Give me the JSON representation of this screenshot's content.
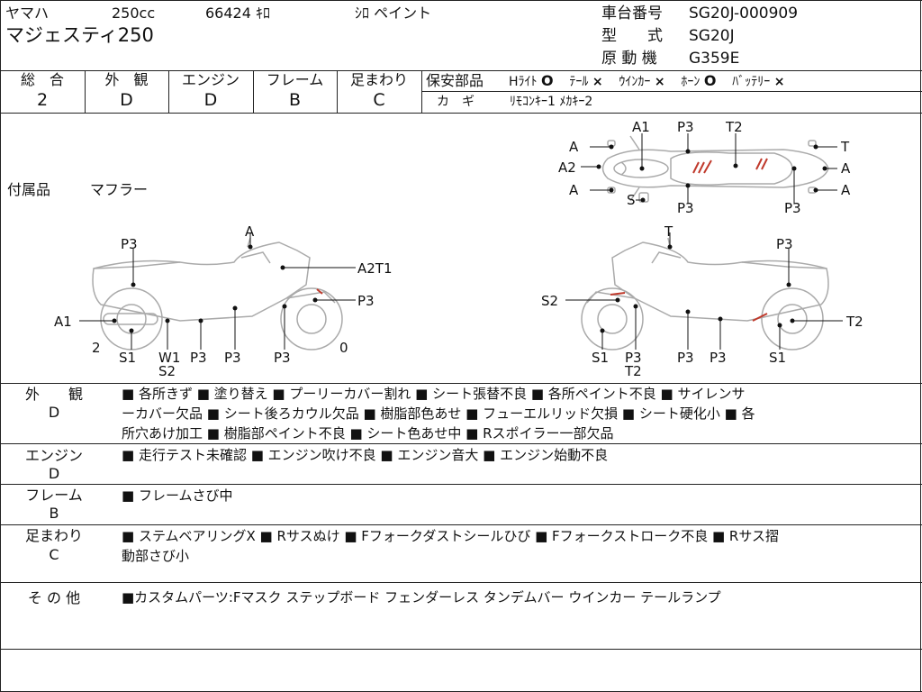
{
  "header": {
    "maker": "ヤマハ",
    "displacement": "250cc",
    "mileage": "66424 ｷﾛ",
    "color": "ｼﾛ ペイント",
    "model_name": "マジェスティ250",
    "frame_no_label": "車台番号",
    "frame_no": "SG20J-000909",
    "type_label": "型　　式",
    "type": "SG20J",
    "engine_label": "原 動 機",
    "engine": "G359E"
  },
  "grades": {
    "overall_label": "総　合",
    "overall": "2",
    "exterior_label": "外　観",
    "exterior": "D",
    "engine_label": "エンジン",
    "engine": "D",
    "frame_label": "フレーム",
    "frame": "B",
    "suspension_label": "足まわり",
    "suspension": "C"
  },
  "safety": {
    "label": "保安部品",
    "items": [
      {
        "name": "Hﾗｲﾄ",
        "mark": "O"
      },
      {
        "name": "ﾃｰﾙ",
        "mark": "×"
      },
      {
        "name": "ｳｲﾝｶｰ",
        "mark": "×"
      },
      {
        "name": "ﾎｰﾝ",
        "mark": "O"
      },
      {
        "name": "ﾊﾞｯﾃﾘｰ",
        "mark": "×"
      }
    ],
    "key_label": "カ　ギ",
    "key_value": "ﾘﾓｺﾝｷｰ1 ﾒｶｷｰ2"
  },
  "accessories": {
    "label": "付属品",
    "value": "マフラー"
  },
  "diagram_labels": {
    "top": [
      "A",
      "A2",
      "A",
      "A1",
      "S",
      "P3",
      "P3",
      "T2",
      "T",
      "A",
      "A",
      "P3"
    ],
    "left": [
      "A",
      "P3",
      "A2T1",
      "P3",
      "A1",
      "2",
      "S1",
      "W1",
      "S2",
      "P3",
      "P3",
      "P3",
      "0"
    ],
    "right": [
      "T",
      "P3",
      "S2",
      "T2",
      "S1",
      "P3",
      "T2",
      "P3",
      "P3",
      "S1"
    ]
  },
  "notes": [
    {
      "label": "外　　観",
      "grade": "D",
      "lines": [
        "■ 各所きず ■ 塗り替え ■ プーリーカバー割れ ■ シート張替不良 ■ 各所ペイント不良 ■ サイレンサ",
        "ーカバー欠品 ■ シート後ろカウル欠品 ■ 樹脂部色あせ ■ フューエルリッド欠損 ■ シート硬化小 ■ 各",
        "所穴あけ加工 ■ 樹脂部ペイント不良 ■ シート色あせ中 ■ Rスポイラー一部欠品"
      ]
    },
    {
      "label": "エンジン",
      "grade": "D",
      "lines": [
        "■ 走行テスト未確認 ■ エンジン吹け不良 ■ エンジン音大 ■ エンジン始動不良"
      ]
    },
    {
      "label": "フレーム",
      "grade": "B",
      "lines": [
        "■ フレームさび中"
      ]
    },
    {
      "label": "足まわり",
      "grade": "C",
      "lines": [
        "■ ステムベアリングX ■ Rサスぬけ ■ Fフォークダストシールひび ■ Fフォークストローク不良 ■ Rサス摺",
        "動部さび小"
      ]
    },
    {
      "label": "そ の 他",
      "grade": "",
      "lines": [
        "■カスタムパーツ:Fマスク ステップボード フェンダーレス タンデムバー ウインカー テールランプ"
      ]
    }
  ]
}
